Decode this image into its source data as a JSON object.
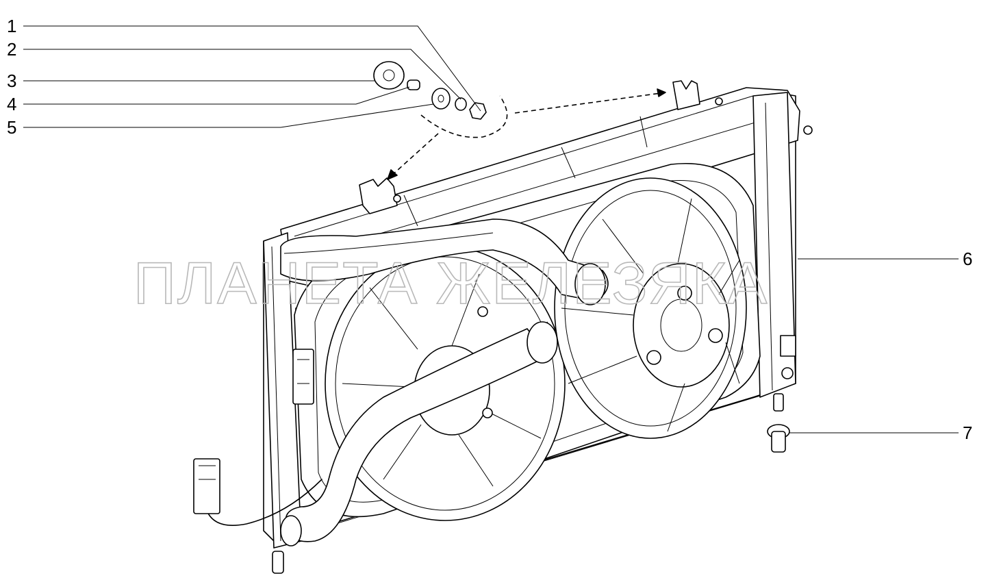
{
  "callouts": [
    {
      "id": "1",
      "label": "1"
    },
    {
      "id": "2",
      "label": "2"
    },
    {
      "id": "3",
      "label": "3"
    },
    {
      "id": "4",
      "label": "4"
    },
    {
      "id": "5",
      "label": "5"
    },
    {
      "id": "6",
      "label": "6"
    },
    {
      "id": "7",
      "label": "7"
    }
  ],
  "watermark": "ПЛАНЕТА ЖЕЛЕЗЯКА",
  "colors": {
    "line": "#000000",
    "watermark": "#b8b8b8",
    "background": "#ffffff"
  }
}
